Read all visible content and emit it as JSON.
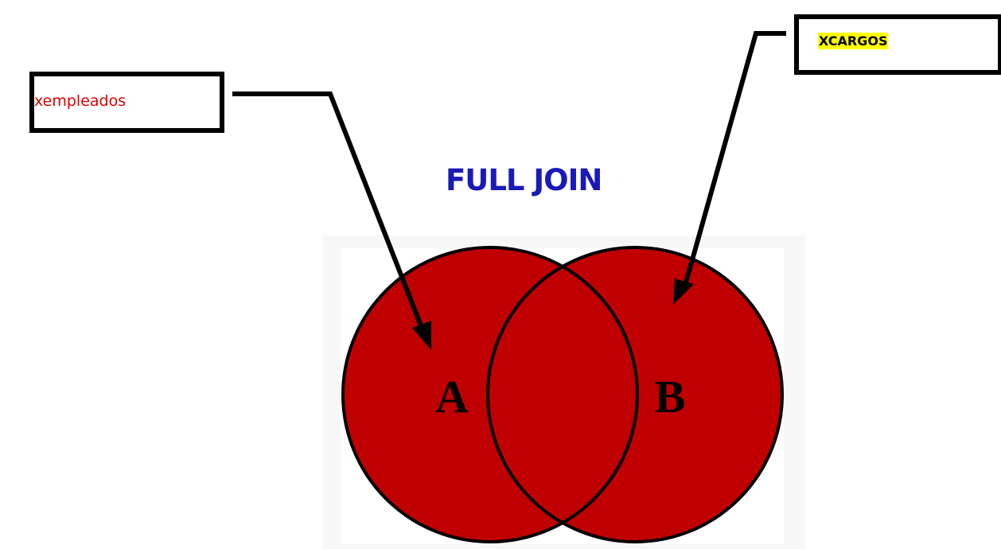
{
  "title": "FULL JOIN",
  "left_label": "xempleados",
  "right_label": "XCARGOS",
  "sets": {
    "a": "A",
    "b": "B"
  },
  "colors": {
    "circle_fill": "#c00000",
    "title": "#1a1ab8",
    "left_label_text": "#e00000",
    "right_label_highlight": "#ffff00",
    "panel_background": "#f7f7f7"
  }
}
